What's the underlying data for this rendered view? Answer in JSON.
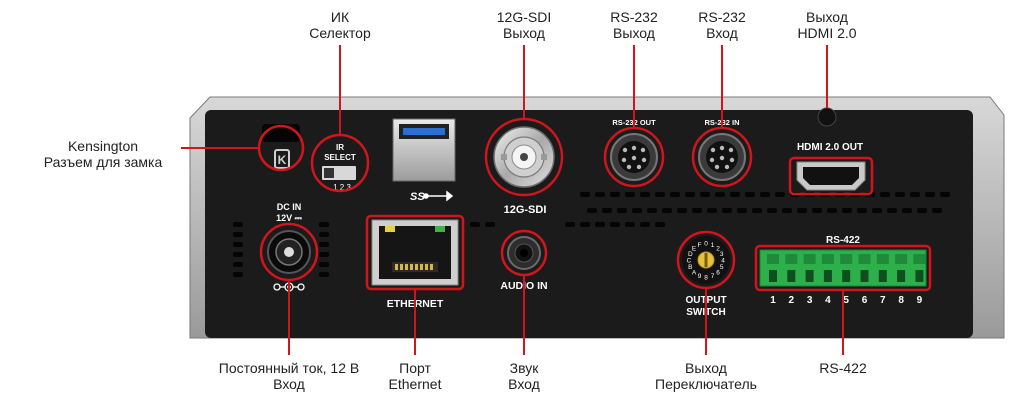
{
  "callouts": {
    "ir_selector": [
      "ИК",
      "Селектор"
    ],
    "sdi_output": [
      "12G-SDI",
      "Выход"
    ],
    "rs232_output": [
      "RS-232",
      "Выход"
    ],
    "rs232_input": [
      "RS-232",
      "Вход"
    ],
    "hdmi_output": [
      "Выход",
      "HDMI 2.0"
    ],
    "kensington": [
      "Kensington",
      "Разъем для замка"
    ],
    "dc_input": [
      "Постоянный ток, 12 В",
      "Вход"
    ],
    "ethernet_port": [
      "Порт",
      "Ethernet"
    ],
    "audio_input": [
      "Звук",
      "Вход"
    ],
    "output_switch": [
      "Выход",
      "Переключатель"
    ],
    "rs422": [
      "RS-422"
    ]
  },
  "panel_labels": {
    "dc_in": "DC IN",
    "dc_volt": "12V ⎓",
    "ir_select": "IR",
    "ir_select2": "SELECT",
    "ir_positions": "1 2 3",
    "ss_logo": "SS",
    "sdi": "12G-SDI",
    "rs232_out": "RS-232 OUT",
    "rs232_in": "RS-232 IN",
    "hdmi_out": "HDMI 2.0 OUT",
    "ethernet": "ETHERNET",
    "audio_in": "AUDIO IN",
    "output_switch_1": "OUTPUT",
    "output_switch_2": "SWITCH",
    "rs422": "RS-422",
    "rs422_pins": [
      "1",
      "2",
      "3",
      "4",
      "5",
      "6",
      "7",
      "8",
      "9"
    ],
    "rotary_digits": "0123456789ABCDEF"
  },
  "colors": {
    "highlight": "#d0161c",
    "panel": "#1a1a1a",
    "chassis": "#b8b8b8",
    "terminal_green": "#2db04b",
    "usb_blue": "#2a6fd6"
  }
}
